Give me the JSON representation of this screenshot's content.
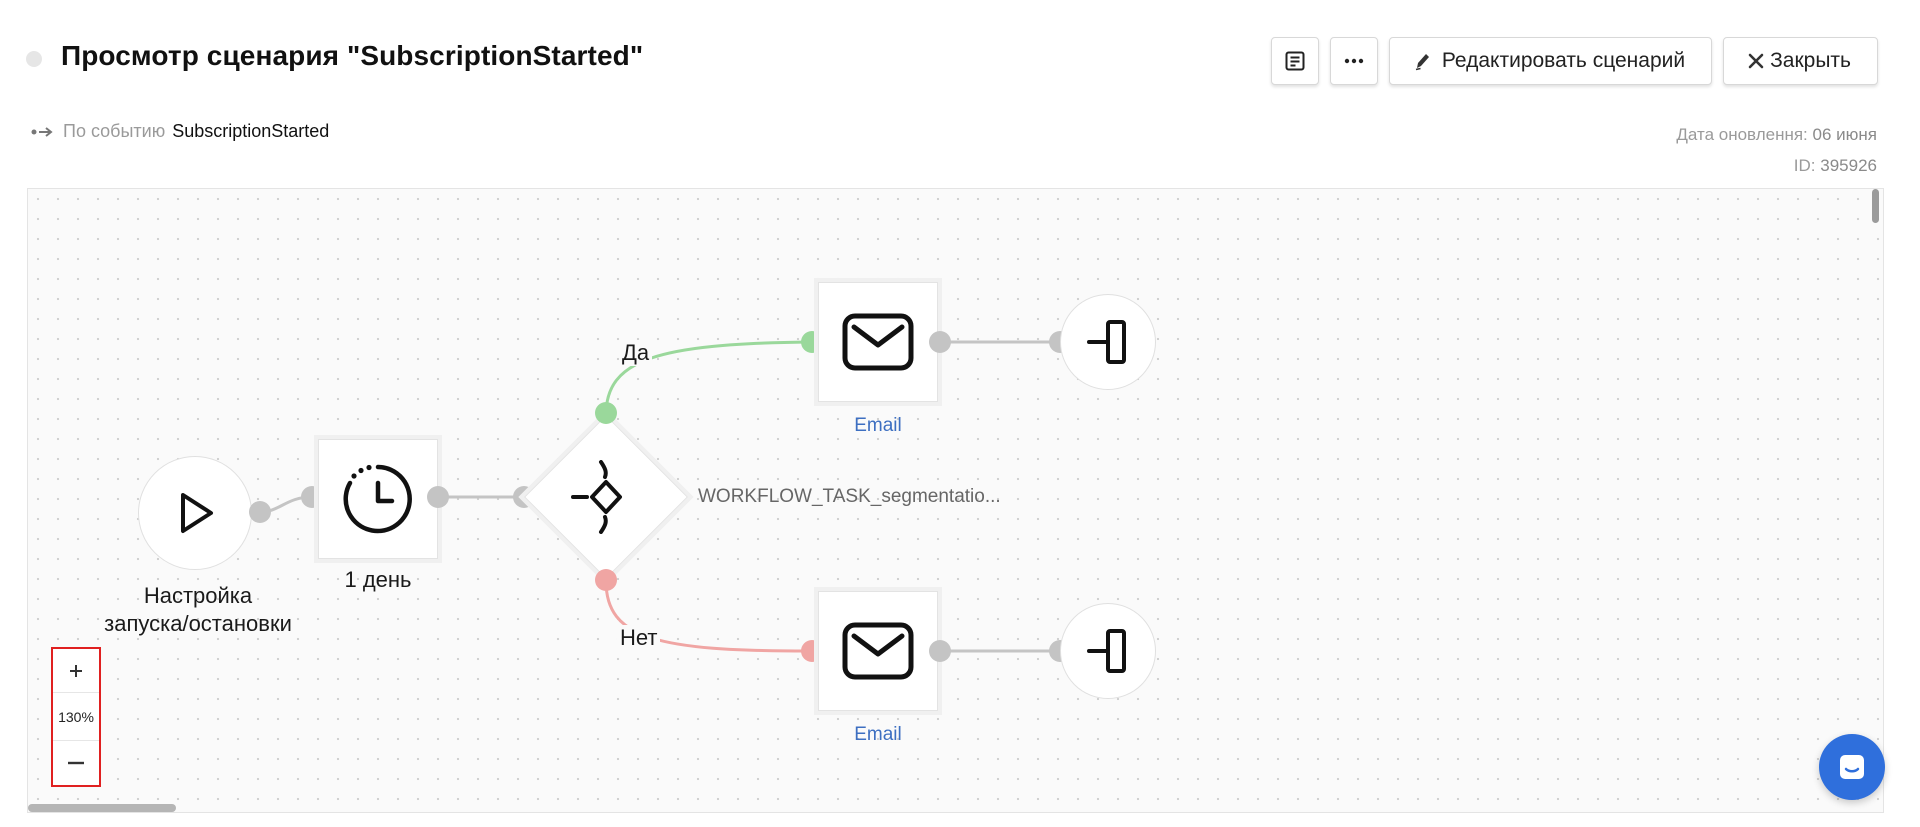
{
  "header": {
    "title": "Просмотр сценария \"SubscriptionStarted\"",
    "trigger_prefix": "По событию",
    "trigger_event": "SubscriptionStarted",
    "updated_label": "Дата оновлення:",
    "updated_value": "06 июня",
    "id_label": "ID:",
    "id_value": "395926"
  },
  "toolbar": {
    "notes_icon": "notes-icon",
    "more_icon": "more-dots-icon",
    "edit_label": "Редактировать сценарий",
    "close_label": "Закрыть"
  },
  "nodes": {
    "start": {
      "label": "Настройка\nзапуска/остановки",
      "icon": "play-icon"
    },
    "delay": {
      "label": "1 день",
      "icon": "timer-icon"
    },
    "split": {
      "label": "WORKFLOW_TASK_segmentatio...",
      "icon": "split-icon"
    },
    "yes_label": "Да",
    "no_label": "Нет",
    "email_top": {
      "label": "Email",
      "icon": "envelope-icon"
    },
    "email_bottom": {
      "label": "Email",
      "icon": "envelope-icon"
    },
    "end_top": {
      "icon": "exit-icon"
    },
    "end_bottom": {
      "icon": "exit-icon"
    }
  },
  "zoom": {
    "plus": "+",
    "value": "130%",
    "minus": "—"
  },
  "colors": {
    "accent": "#2f6fdc",
    "yes": "#9ad89b",
    "no": "#f0a5a3",
    "link": "#3d6fc1",
    "highlight": "#e02020"
  }
}
